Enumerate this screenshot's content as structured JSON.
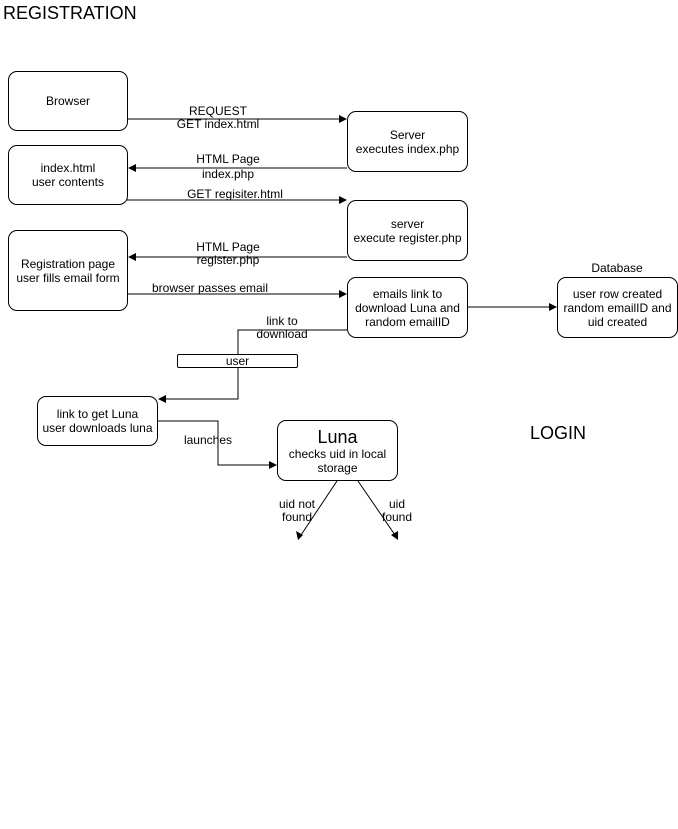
{
  "headings": {
    "registration": "REGISTRATION",
    "login": "LOGIN"
  },
  "nodes": {
    "browser": "Browser",
    "server": [
      "Server",
      "executes index.php"
    ],
    "index_html": [
      "index.html",
      "user contents"
    ],
    "server_register": [
      "server",
      "execute register.php"
    ],
    "registration_page": [
      "Registration page",
      "user fills email form"
    ],
    "emails_link": [
      "emails link to",
      "download Luna and",
      "random emailID"
    ],
    "database_title": "Database",
    "database": [
      "user row created",
      "random emailID and",
      "uid created"
    ],
    "user": "user",
    "link_to_get_luna": [
      "link to get Luna",
      "user downloads luna"
    ],
    "luna_title": "Luna",
    "luna": [
      "checks uid in local",
      "storage"
    ]
  },
  "edge_labels": {
    "request": [
      "REQUEST",
      "GET index.html"
    ],
    "html_page_index": [
      "HTML Page",
      "index.php"
    ],
    "get_register": "GET regisiter.html",
    "html_page_register": [
      "HTML Page",
      "register.php"
    ],
    "browser_passes_email": "browser passes email",
    "link_to_download": [
      "link to",
      "download"
    ],
    "launches": "launches",
    "uid_not_found": [
      "uid not",
      "found"
    ],
    "uid_found": [
      "uid",
      "found"
    ]
  }
}
